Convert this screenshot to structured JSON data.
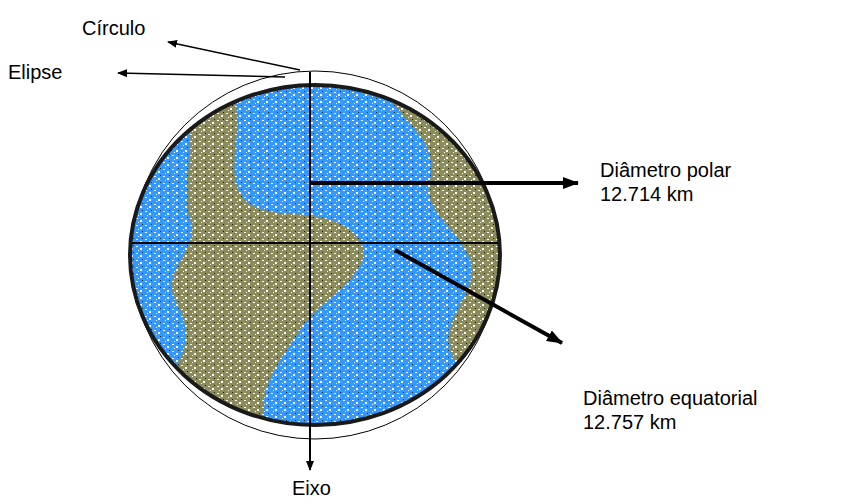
{
  "diagram": {
    "labels": [
      "Círculo",
      "Elipse",
      "Diâmetro polar 12.714 km",
      "Diâmetro equatorial 12.757 km",
      "Eixo"
    ]
  }
}
